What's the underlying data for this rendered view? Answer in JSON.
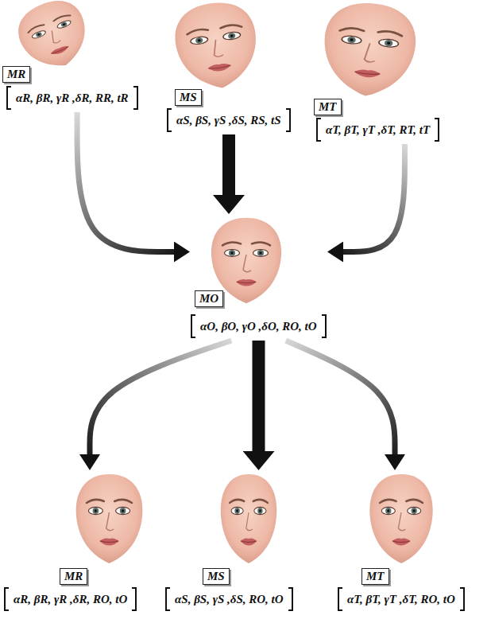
{
  "diagram": {
    "nodes": [
      {
        "text": [
          "MR",
          "αR, βR, γR ,δR, RR, tR"
        ]
      },
      {
        "text": [
          "MS",
          "αS, βS, γS ,δS, RS, tS"
        ]
      },
      {
        "text": [
          "MT",
          "αT, βT, γT ,δT, RT, tT"
        ]
      },
      {
        "text": [
          "MO",
          "αO, βO, γO ,δO, RO, tO"
        ]
      },
      {
        "text": [
          "MR",
          "αR, βR, γR ,δR, RO, tO"
        ]
      },
      {
        "text": [
          "MS",
          "αS, βS, γS ,δS, RO, tO"
        ]
      },
      {
        "text": [
          "MT",
          "αT, βT, γT ,δT, RO, tO"
        ]
      }
    ],
    "edges": [
      {
        "from": 0,
        "to": 3,
        "arrow": "to"
      },
      {
        "from": 1,
        "to": 3,
        "arrow": "to"
      },
      {
        "from": 2,
        "to": 3,
        "arrow": "to"
      },
      {
        "from": 3,
        "to": 4,
        "arrow": "to"
      },
      {
        "from": 3,
        "to": 5,
        "arrow": "to"
      },
      {
        "from": 3,
        "to": 6,
        "arrow": "to"
      }
    ]
  }
}
